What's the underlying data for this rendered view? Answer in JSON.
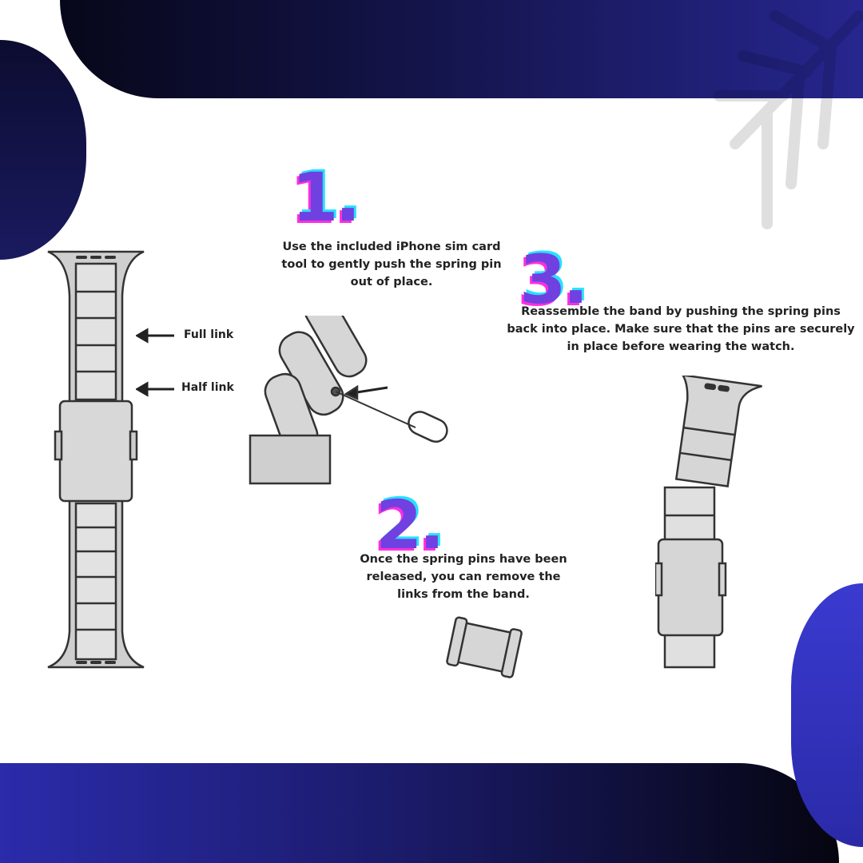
{
  "diagram_labels": {
    "full_link": "Full link",
    "half_link": "Half link"
  },
  "steps": [
    {
      "number": "1.",
      "text": "Use the included iPhone sim card tool to gently push the spring pin out of place."
    },
    {
      "number": "2.",
      "text": "Once the spring pins have been released, you can remove the links from the band."
    },
    {
      "number": "3.",
      "text": "Reassemble the band by pushing the spring pins back into place. Make sure that the pins are securely in place before wearing the watch."
    }
  ],
  "colors": {
    "accent": "#7040e0",
    "cyan": "#27e0ff",
    "magenta": "#ff2ee0",
    "navy": "#14144a",
    "blue": "#3535cc"
  }
}
